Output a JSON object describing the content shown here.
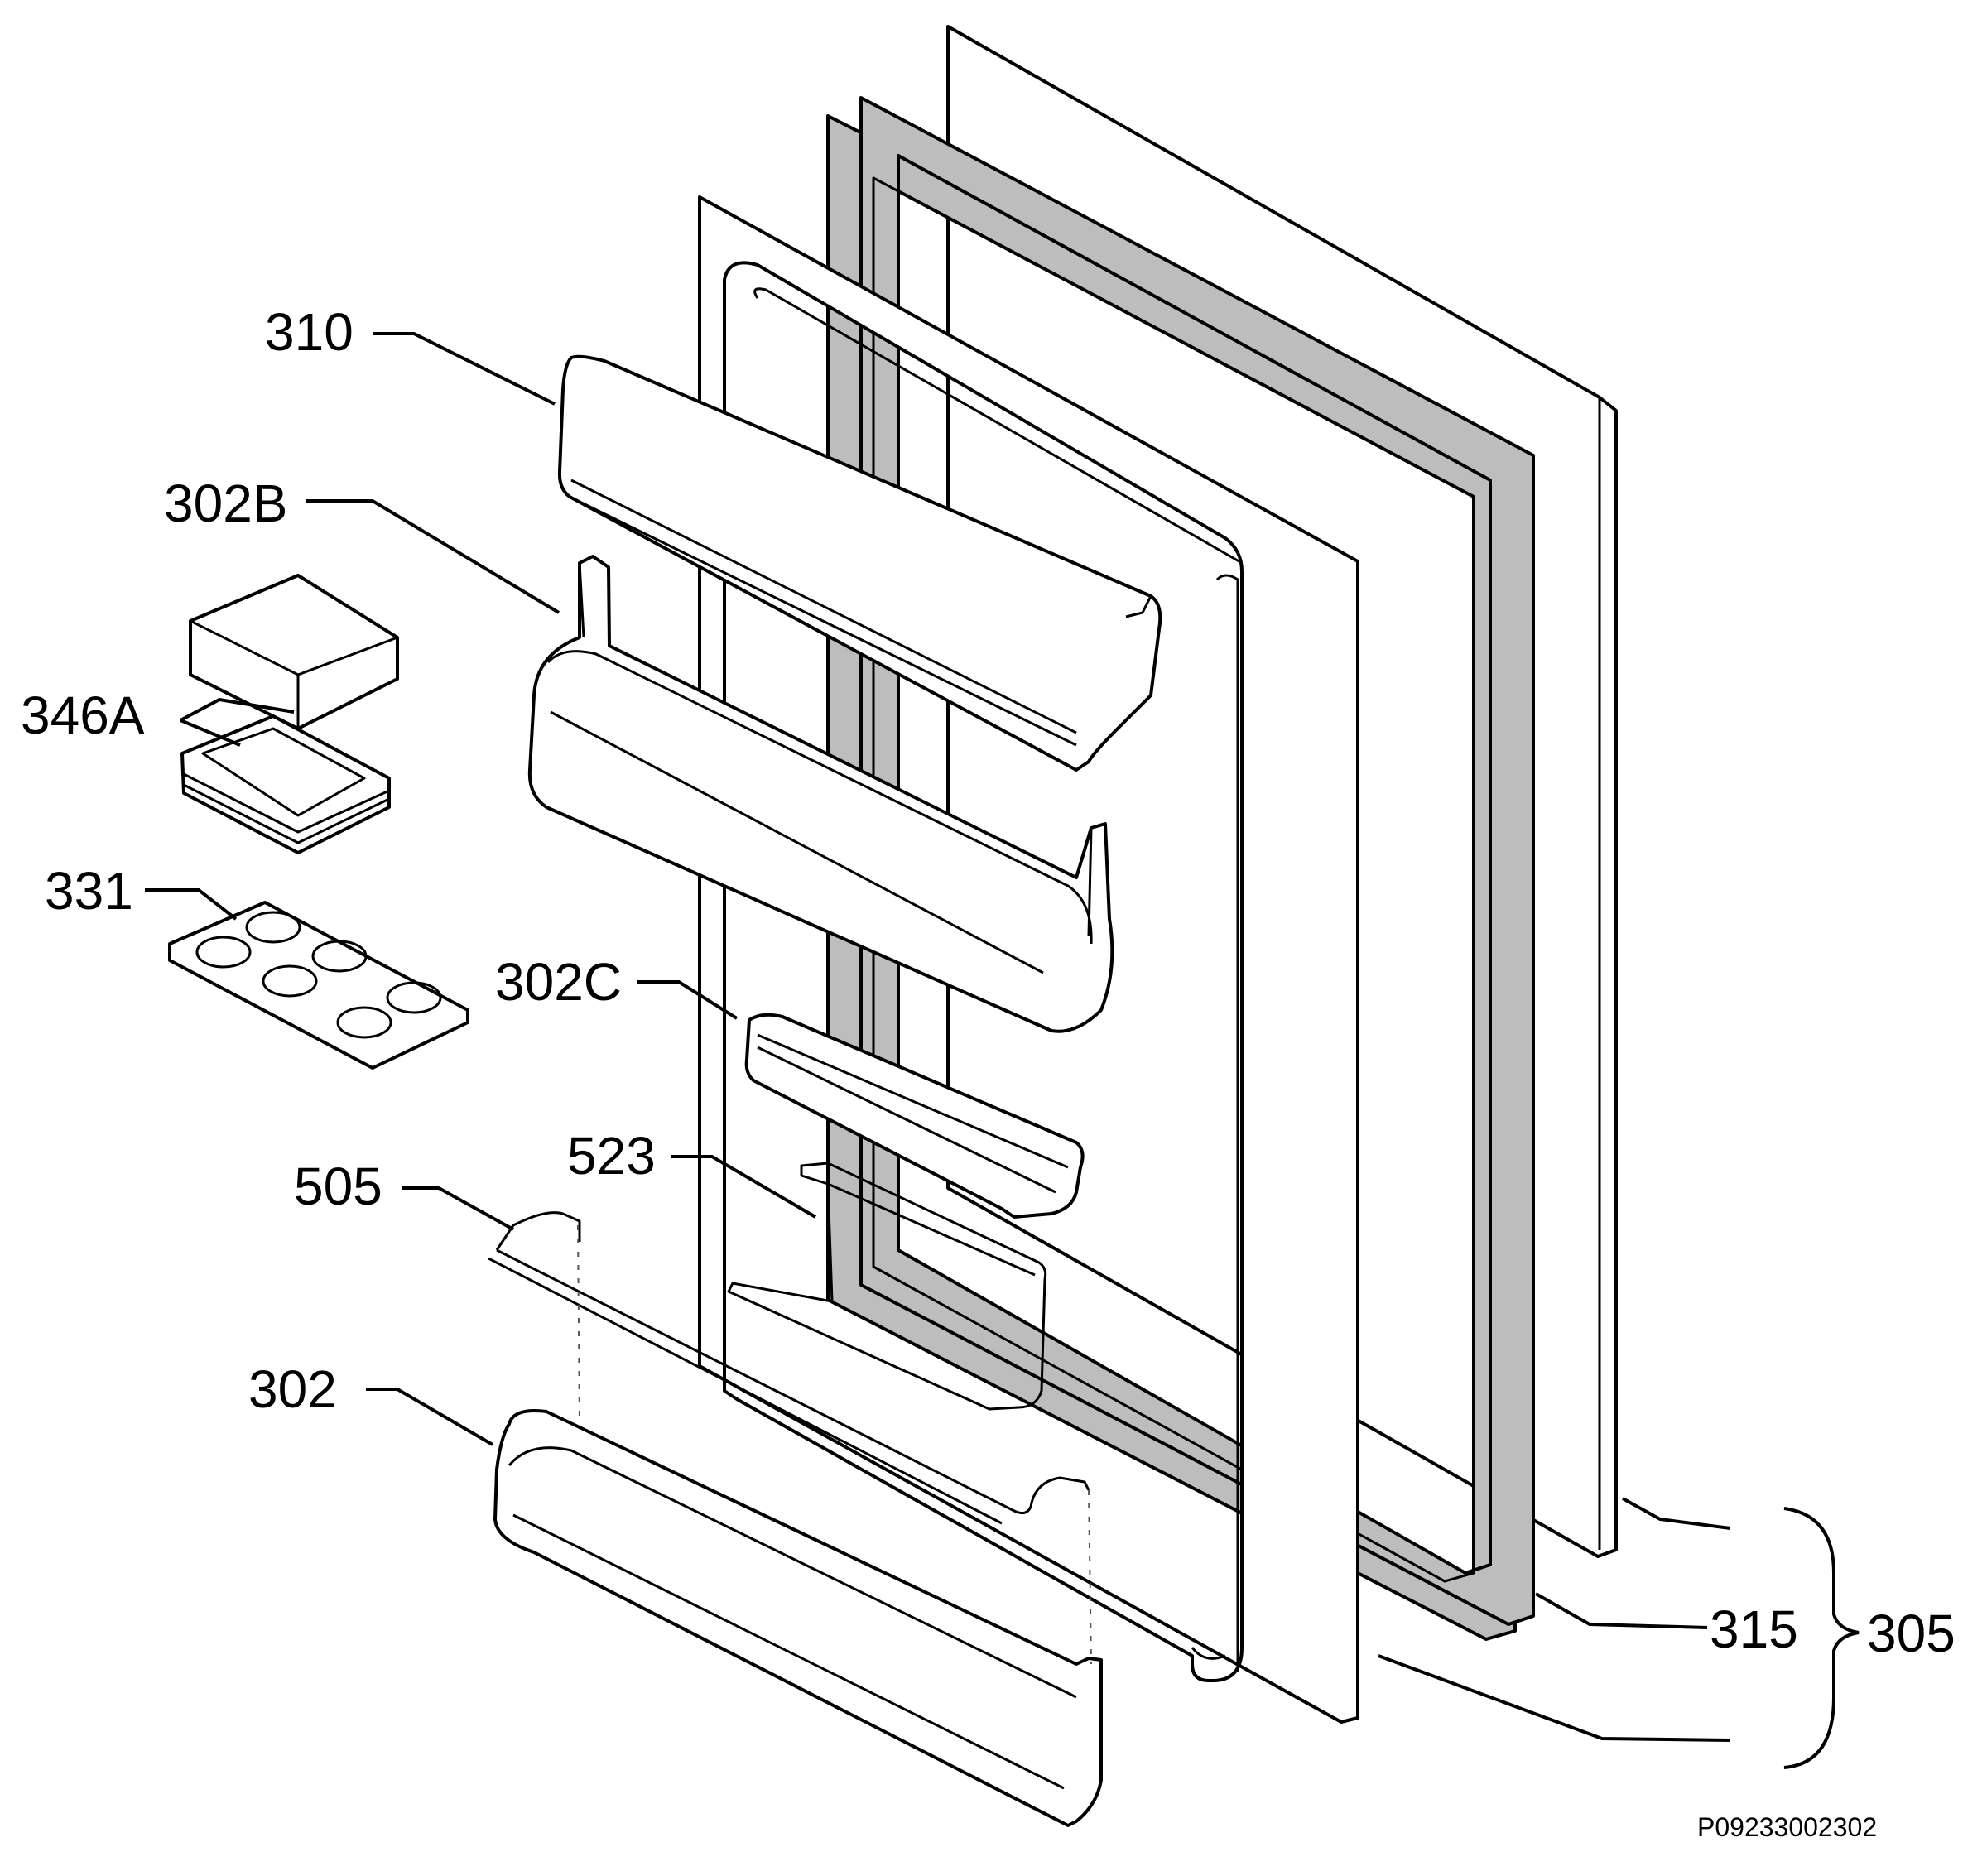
{
  "labels": {
    "door_shelf_top": "310",
    "shelf_302b": "302B",
    "butter_box": "346A",
    "egg_tray": "331",
    "shelf_302c": "302C",
    "bottle_retainer": "523",
    "bottle_guard": "505",
    "shelf_302": "302",
    "gasket": "315",
    "door_assembly": "305"
  },
  "reference_code": "P09233002302"
}
